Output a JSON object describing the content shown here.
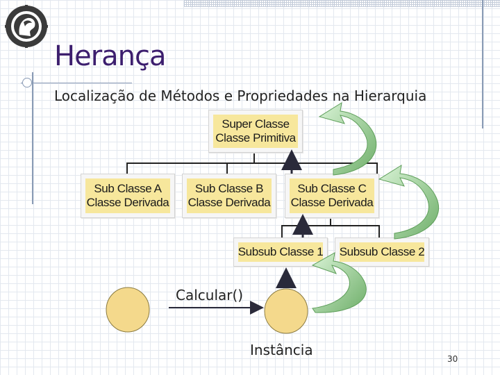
{
  "slide": {
    "title": "Herança",
    "subtitle": "Localização de Métodos e Propriedades na Hierarquia",
    "page_number": "30"
  },
  "diagram": {
    "super_class": [
      "Super Classe",
      "Classe Primitiva"
    ],
    "sub_classes": [
      [
        "Sub Classe A",
        "Classe Derivada"
      ],
      [
        "Sub Classe B",
        "Classe Derivada"
      ],
      [
        "Sub Classe C",
        "Classe Derivada"
      ]
    ],
    "subsub_classes": [
      "Subsub Classe 1",
      "Subsub Classe 2"
    ],
    "call_label": "Calcular()",
    "instance_label": "Instância"
  },
  "colors": {
    "box_fill": "#f7e79c",
    "title": "#3c1e6e",
    "arrow_green_light": "#c6ecc4",
    "arrow_green_dark": "#76b872",
    "object_fill": "#f4d98c",
    "connector": "#222222"
  }
}
